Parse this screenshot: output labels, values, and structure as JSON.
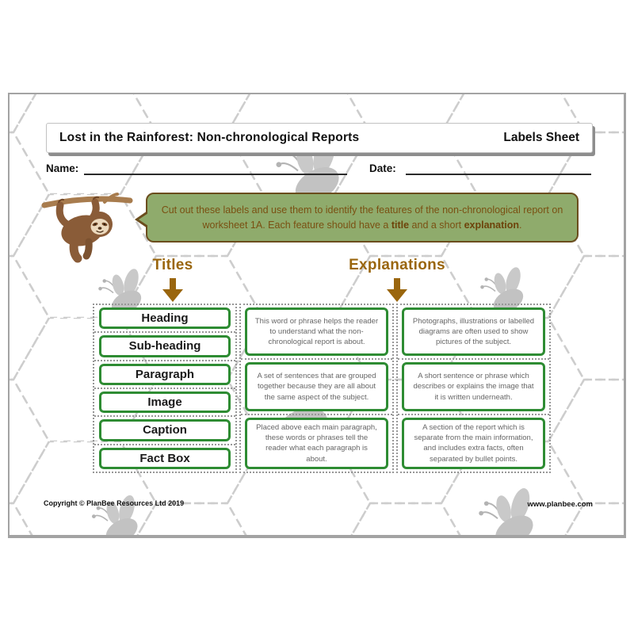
{
  "header": {
    "title": "Lost in the Rainforest: Non-chronological Reports",
    "right_label": "Labels Sheet"
  },
  "fields": {
    "name_label": "Name:",
    "date_label": "Date:"
  },
  "instruction": {
    "part1": "Cut out these labels and use them to identify the features of the non-chronological report on worksheet 1A. Each feature should have a ",
    "bold1": "title",
    "part2": " and a short ",
    "bold2": "explanation",
    "part3": "."
  },
  "columns": {
    "titles_heading": "Titles",
    "explanations_heading": "Explanations"
  },
  "titles": [
    "Heading",
    "Sub-heading",
    "Paragraph",
    "Image",
    "Caption",
    "Fact Box"
  ],
  "explanations_middle": [
    "This word or phrase helps the reader to understand what the non-chronological report is about.",
    "A set of sentences that are grouped together because they are all about the same aspect of the subject.",
    "Placed above each main paragraph, these words or phrases tell the reader what each paragraph is about."
  ],
  "explanations_right": [
    "Photographs, illustrations or labelled diagrams are often used to show pictures of the subject.",
    "A short sentence or phrase which describes or explains the image that it is written underneath.",
    "A section of the report which is separate from the main information, and includes extra facts, often separated by bullet points."
  ],
  "footer": {
    "copyright": "Copyright © PlanBee Resources Ltd 2019",
    "website": "www.planbee.com"
  },
  "colors": {
    "bubble_green": "#8fab6c",
    "bubble_border_brown": "#6b4d1d",
    "accent_brown": "#9a660e",
    "label_box_green": "#2e8c33",
    "decor_gray": "#c9c9c9"
  },
  "icons": {
    "sloth": "sloth-icon",
    "bee": "bee-icon",
    "down_arrow": "down-arrow-icon"
  }
}
